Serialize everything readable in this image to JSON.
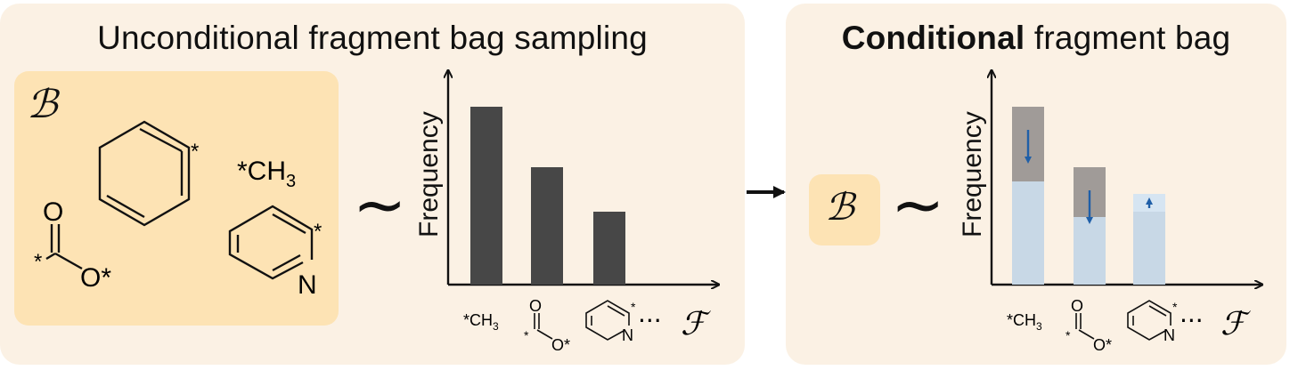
{
  "left_panel": {
    "title": "Unconditional fragment bag sampling",
    "bag_symbol": "ℬ",
    "fragments": {
      "methyl": "*CH",
      "methyl_sub": "3",
      "star": "*",
      "carbonyl_O": "O",
      "ester_O": "O*",
      "pyridine_N": "N"
    },
    "tilde": "~",
    "ylabel": "Frequency",
    "fragment_space": "ℱ",
    "ellipsis": "···"
  },
  "right_panel": {
    "title_bold": "Conditional",
    "title_rest": " fragment bag",
    "bag_symbol": "ℬ",
    "tilde": "~",
    "ylabel": "Frequency",
    "fragment_space": "ℱ",
    "ellipsis": "···"
  },
  "colors": {
    "panel_bg": "#fbf1e4",
    "bag_bg": "#fde3b4",
    "bar_dark": "#474747",
    "bar_grey": "#a09b98",
    "bar_blue": "#c8d8e6",
    "bar_blue_light": "#d6e5f2",
    "arrow_blue": "#1f5fa8"
  },
  "chart_data": [
    {
      "type": "bar",
      "title": "",
      "xlabel": "",
      "ylabel": "Frequency",
      "categories": [
        "*CH3",
        "*C(=O)O*",
        "pyridyl*"
      ],
      "values": [
        1.0,
        0.66,
        0.41
      ]
    },
    {
      "type": "bar",
      "title": "",
      "xlabel": "",
      "ylabel": "Frequency",
      "categories": [
        "*CH3",
        "*C(=O)O*",
        "pyridyl*"
      ],
      "series": [
        {
          "values": [
            1.0,
            0.66,
            0.41
          ]
        },
        {
          "values": [
            0.58,
            0.38,
            0.51
          ]
        }
      ]
    }
  ]
}
